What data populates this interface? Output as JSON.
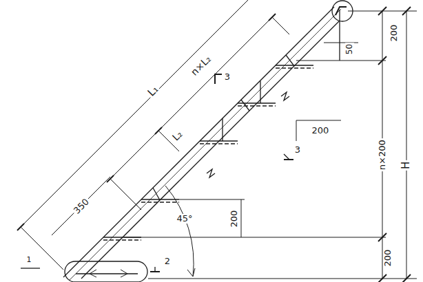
{
  "diagram": {
    "labels": [
      "L₁",
      "n×L₂",
      "3",
      "50",
      "200",
      "L₂",
      "200",
      "3",
      "n×200",
      "H",
      "350",
      "200",
      "45°",
      "200",
      "2",
      "1"
    ]
  }
}
